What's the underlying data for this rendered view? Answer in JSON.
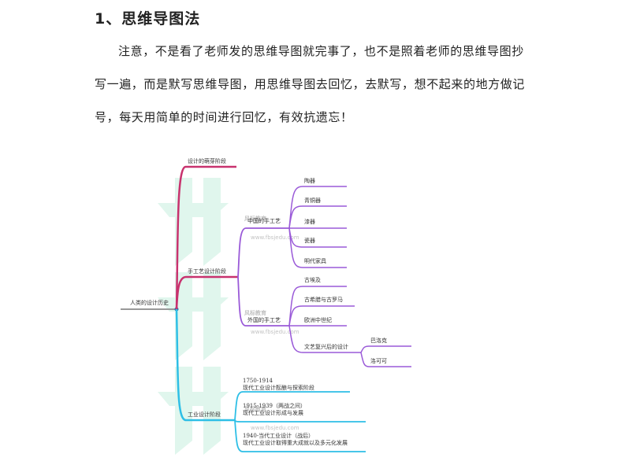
{
  "heading": "1、思维导图法",
  "paragraph": "注意，不是看了老师发的思维导图就完事了，也不是照着老师的思维导图抄写一遍，而是默写思维导图，用思维导图去回忆，去默写，想不起来的地方做记号，每天用简单的时间进行回忆，有效抗遗忘！",
  "watermark": {
    "name": "风标教育",
    "url": "www.fbsjedu.com"
  },
  "mindmap": {
    "root": "人类的设计历史",
    "stage1": "设计的萌芽阶段",
    "stage2": "手工艺设计阶段",
    "stage3": "工业设计阶段",
    "chinese": {
      "label": "中国的手工艺",
      "items": [
        "陶器",
        "青铜器",
        "漆器",
        "瓷器",
        "明代家具"
      ]
    },
    "foreign": {
      "label": "外国的手工艺",
      "items": [
        "古埃及",
        "古希腊与古罗马",
        "欧洲中世纪",
        "文艺复兴后的设计"
      ]
    },
    "renaissance": [
      "巴洛克",
      "洛可可"
    ],
    "industrial": [
      {
        "line1": "1750-1914",
        "line2": "现代工业设计酝酿与探索阶段"
      },
      {
        "line1": "1915-1939（两战之间）",
        "line2": "现代工业设计形成与发展"
      },
      {
        "line1": "1940-当代工业设计（战后）",
        "line2": "现代工业设计取得重大成就以及多元化发展"
      }
    ]
  },
  "colors": {
    "magenta": "#c8326e",
    "purple": "#9a5ad8",
    "cyan": "#2ebfe6",
    "root": "#999999",
    "watermark": "#6ed3a8"
  }
}
